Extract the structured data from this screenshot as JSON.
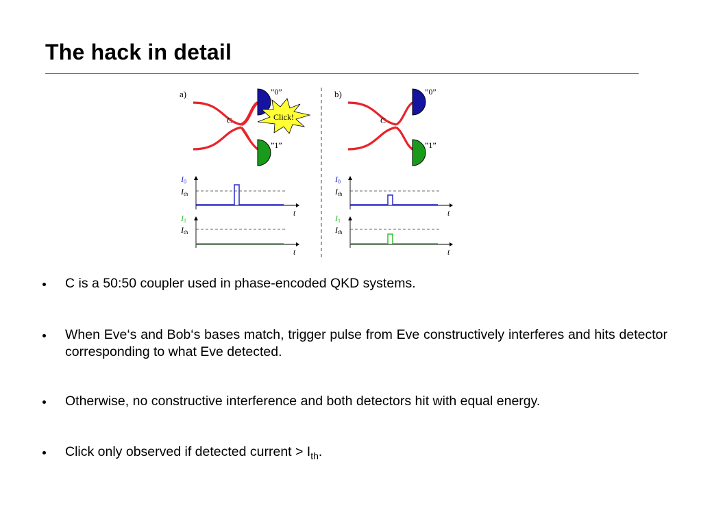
{
  "slide": {
    "title": "The hack in detail"
  },
  "colors": {
    "rule": "#e0441a",
    "fiber": "#e8242a",
    "detector0": "#1414a0",
    "detector1": "#1a9a1a",
    "click_burst": "#ffff33",
    "trace0": "#2828c8",
    "trace1": "#30c030"
  },
  "figure": {
    "panel_a": {
      "label": "a)",
      "coupler_label": "C",
      "detector0_label": "”0”",
      "detector1_label": "”1”",
      "click_label": "Click!",
      "i0_symbol": "I",
      "i0_sub": "0",
      "i1_symbol": "I",
      "i1_sub": "1",
      "ith_symbol": "I",
      "ith_sub": "th",
      "time_label": "t"
    },
    "panel_b": {
      "label": "b)",
      "coupler_label": "C",
      "detector0_label": "”0”",
      "detector1_label": "”1”",
      "i0_symbol": "I",
      "i0_sub": "0",
      "i1_symbol": "I",
      "i1_sub": "1",
      "ith_symbol": "I",
      "ith_sub": "th",
      "time_label": "t"
    }
  },
  "bullets": [
    {
      "text": "C is a 50:50 coupler used in phase-encoded QKD systems."
    },
    {
      "text": "When Eve‘s and Bob‘s bases match, trigger pulse from Eve constructively interferes and hits detector corresponding to what Eve detected."
    },
    {
      "text": "Otherwise, no constructive interference and both detectors hit with equal energy."
    },
    {
      "text_before": "Click only observed if detected current > I",
      "sub": "th",
      "text_after": "."
    }
  ]
}
